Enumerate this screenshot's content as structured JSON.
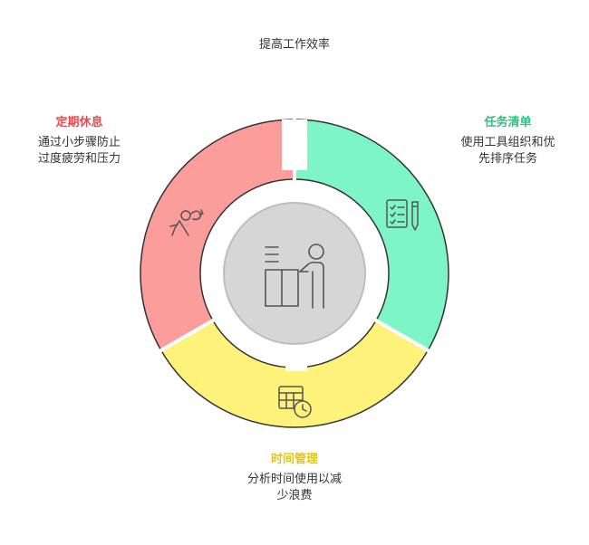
{
  "title": "提高工作效率",
  "segments": [
    {
      "key": "break",
      "title": "定期休息",
      "desc_line1": "通过小步骤防止",
      "desc_line2": "过度疲劳和压力",
      "color": "#fb9d9b",
      "title_color": "#e84c4c",
      "icon": "person-stretching-icon"
    },
    {
      "key": "plan",
      "title": "任务清单",
      "desc_line1": "使用工具组织和优",
      "desc_line2": "先排序任务",
      "color": "#7ef5c6",
      "title_color": "#2ec27e",
      "icon": "checklist-pen-icon"
    },
    {
      "key": "time",
      "title": "时间管理",
      "desc_line1": "分析时间使用以减",
      "desc_line2": "少浪费",
      "color": "#fff27a",
      "title_color": "#e5c600",
      "icon": "calendar-clock-icon"
    }
  ],
  "center_icon": "person-at-desk-icon"
}
